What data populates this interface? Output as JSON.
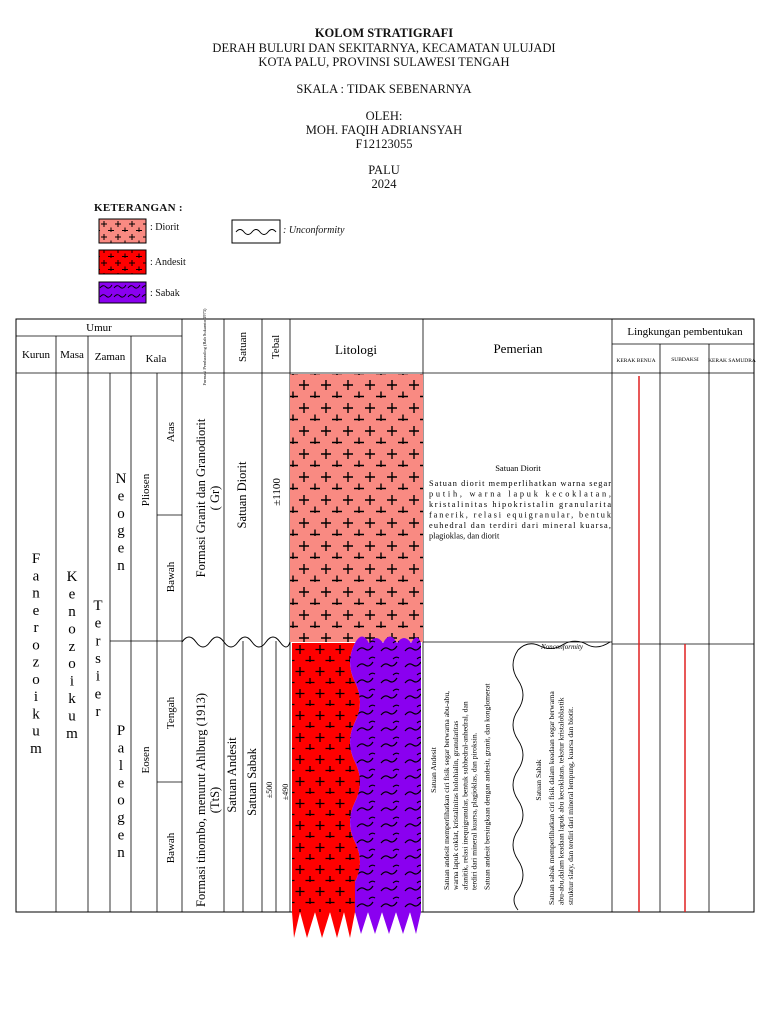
{
  "header": {
    "title": "KOLOM STRATIGRAFI",
    "line1": "DERAH BULURI DAN SEKITARNYA, KECAMATAN ULUJADI",
    "line2": "KOTA PALU, PROVINSI SULAWESI TENGAH",
    "scale": "SKALA : TIDAK SEBENARNYA",
    "by_label": "OLEH:",
    "author": "MOH. FAQIH ADRIANSYAH",
    "nim": "F12123055",
    "city": "PALU",
    "year": "2024"
  },
  "legend": {
    "title": "KETERANGAN :",
    "items": [
      {
        "label": ": Diorit",
        "color": "#f98a82"
      },
      {
        "label": ": Andesit",
        "color": "#ff0000"
      },
      {
        "label": ": Sabak",
        "color": "#8a00f0"
      }
    ],
    "unconformity_label": ": Unconformity"
  },
  "columns": {
    "umur": "Umur",
    "kurun": "Kurun",
    "masa": "Masa",
    "zaman": "Zaman",
    "kala": "Kala",
    "formasi_header": "Formasi Pembanding (Rab Sukamto 1973)",
    "satuan": "Satuan",
    "tebal": "Tebal",
    "litologi": "Litologi",
    "pemerian": "Pemerian",
    "lingkungan": "Lingkungan pembentukan",
    "kerak_benua": "KERAK BENUA",
    "subdaksi": "SUBDAKSI",
    "kerak_samudra": "KERAK SAMUDRA"
  },
  "age": {
    "kurun": "Fanerozoikum",
    "masa": "Kenozoikum",
    "zaman": "Tersier",
    "period_upper": "Neogen",
    "period_lower": "Paleogen",
    "epoch_upper": "Pliosen",
    "epoch_lower": "Eosen",
    "sub_atas": "Atas",
    "sub_bawah_upper": "Bawah",
    "sub_tengah": "Tengah",
    "sub_bawah_lower": "Bawah"
  },
  "units": {
    "upper_formation": "Formasi Granit dan Granodiorit",
    "upper_formation_code": "( Gr)",
    "upper_satuan": "Satuan Diorit",
    "upper_tebal": "±1100",
    "lower_formation": "Formasi tinombo, menurut Ahlburg (1913)",
    "lower_formation_code": "(TtS)",
    "lower_satuan_andesit": "Satuan Andesit",
    "lower_satuan_sabak": "Satuan Sabak",
    "lower_tebal_andesit": "±500",
    "lower_tebal_sabak": "±490"
  },
  "descriptions": {
    "diorit_title": "Satuan Diorit",
    "diorit_text": "Satuan diorit memperlihatkan warna segar putih, warna lapuk kecoklatan, kristalinitas hipokristalin granularita fanerik, relasi equigranular, bentuk euhedral dan terdiri dari mineral kuarsa, plagioklas, dan diorit",
    "andesit_title": "Satuan Andesit",
    "andesit_text": "Satuan andesit memperlihatkan ciri fisik segar berwarna abu-abu, warna lapuk coklat, kristalinitas holohialin, granularitas afanitik, relasi inequigranular, bentuk subhedral-anhedral, dan terdiri dari mineral kuarsa, plagioklas, dan piroksin.",
    "andesit_note": "Satuan andesit bersingkaan dengan andesit, granit, dan konglomerat",
    "sabak_title": "Satuan Sabak",
    "sabak_text": "Satuan sabak memperlihatkan ciri fisik dalam keadaan segar berwarna abu-abu,dalam keadaan lapuk abu kecoklatan, tekstur kristaloblastik struktur slaty, dan terdiri dari mineral lempung, kuarsa dan biotit.",
    "nonconformity": "Nonconformity"
  },
  "colors": {
    "diorit": "#f98a82",
    "andesit": "#ff0000",
    "sabak": "#8a00f0",
    "environment_line": "#e02020"
  }
}
